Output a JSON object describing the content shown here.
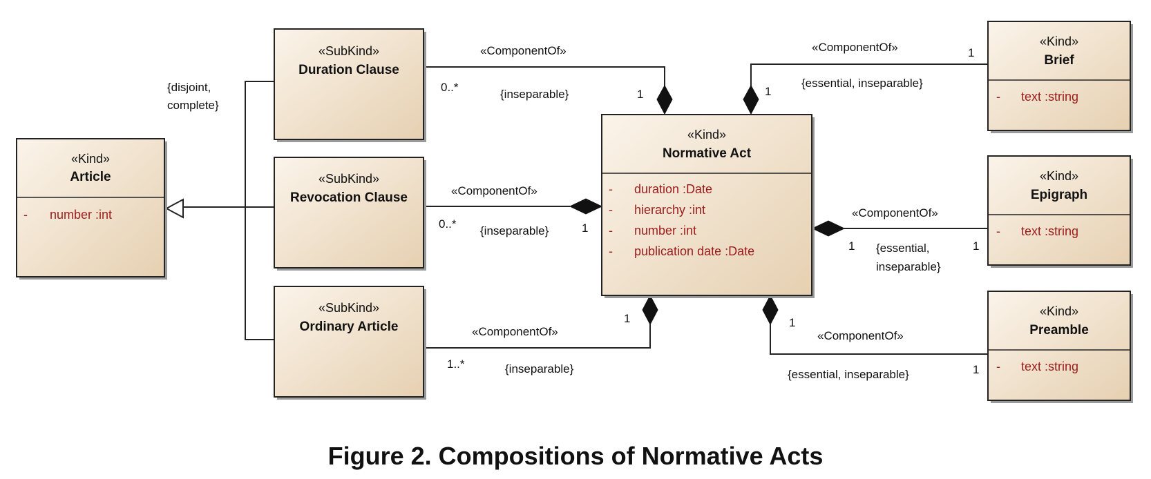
{
  "caption": "Figure 2. Compositions of Normative Acts",
  "classes": {
    "article": {
      "stereotype": "«Kind»",
      "name": "Article",
      "attrs": [
        {
          "vis": "-",
          "text": "number  :int"
        }
      ]
    },
    "duration_clause": {
      "stereotype": "«SubKind»",
      "name": "Duration Clause",
      "attrs": []
    },
    "revocation_clause": {
      "stereotype": "«SubKind»",
      "name": "Revocation Clause",
      "attrs": []
    },
    "ordinary_article": {
      "stereotype": "«SubKind»",
      "name": "Ordinary Article",
      "attrs": []
    },
    "normative_act": {
      "stereotype": "«Kind»",
      "name": "Normative Act",
      "attrs": [
        {
          "vis": "-",
          "text": "duration  :Date"
        },
        {
          "vis": "-",
          "text": "hierarchy  :int"
        },
        {
          "vis": "-",
          "text": "number  :int"
        },
        {
          "vis": "-",
          "text": "publication date  :Date"
        }
      ]
    },
    "brief": {
      "stereotype": "«Kind»",
      "name": "Brief",
      "attrs": [
        {
          "vis": "-",
          "text": "text  :string"
        }
      ]
    },
    "epigraph": {
      "stereotype": "«Kind»",
      "name": "Epigraph",
      "attrs": [
        {
          "vis": "-",
          "text": "text  :string"
        }
      ]
    },
    "preamble": {
      "stereotype": "«Kind»",
      "name": "Preamble",
      "attrs": [
        {
          "vis": "-",
          "text": "text  :string"
        }
      ]
    }
  },
  "generalization": {
    "constraint_line1": "{disjoint,",
    "constraint_line2": "complete}"
  },
  "associations": {
    "duration": {
      "stereotype": "«ComponentOf»",
      "constraint": "{inseparable}",
      "part_mult": "0..*",
      "whole_mult": "1"
    },
    "revocation": {
      "stereotype": "«ComponentOf»",
      "constraint": "{inseparable}",
      "part_mult": "0..*",
      "whole_mult": "1"
    },
    "ordinary": {
      "stereotype": "«ComponentOf»",
      "constraint": "{inseparable}",
      "part_mult": "1..*",
      "whole_mult": "1"
    },
    "brief": {
      "stereotype": "«ComponentOf»",
      "constraint": "{essential, inseparable}",
      "part_mult": "1",
      "whole_mult": "1"
    },
    "epigraph": {
      "stereotype": "«ComponentOf»",
      "constraint_line1": "{essential,",
      "constraint_line2": "inseparable}",
      "part_mult": "1",
      "whole_mult": "1"
    },
    "preamble": {
      "stereotype": "«ComponentOf»",
      "constraint": "{essential, inseparable}",
      "part_mult": "1",
      "whole_mult": "1"
    }
  }
}
